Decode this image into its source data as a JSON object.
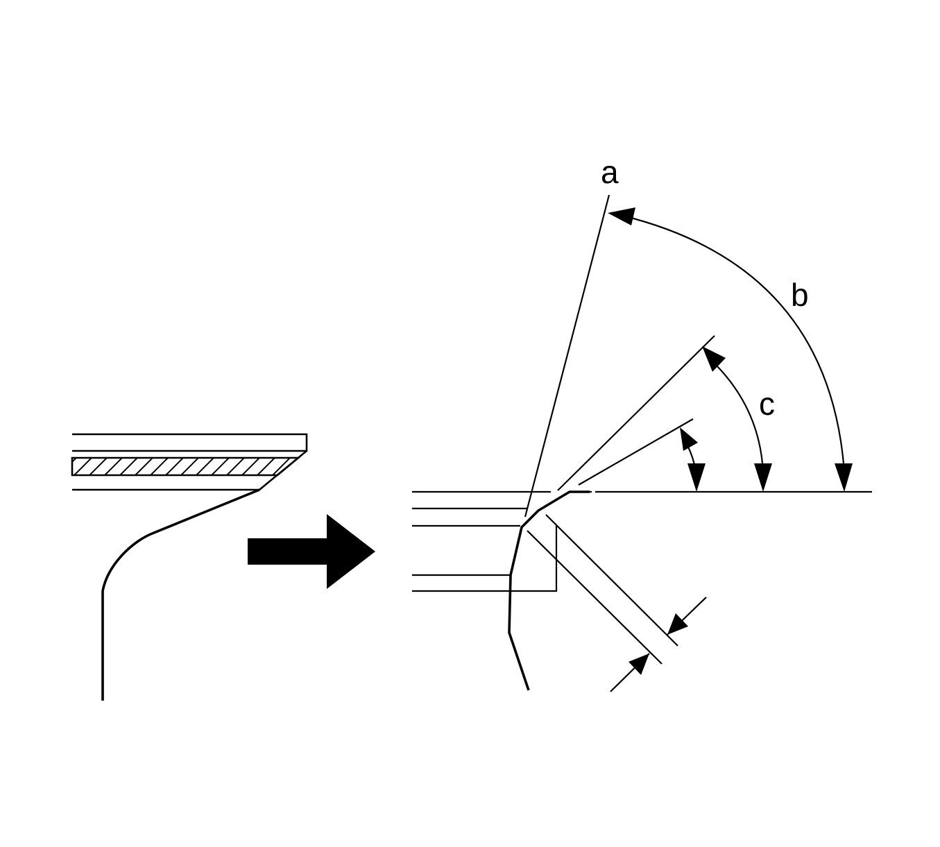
{
  "labels": {
    "a": "a",
    "b": "b",
    "c": "c"
  },
  "colors": {
    "ink": "#000000",
    "background": "#ffffff"
  },
  "icons": {
    "direction_arrow": "right-arrow-icon"
  }
}
